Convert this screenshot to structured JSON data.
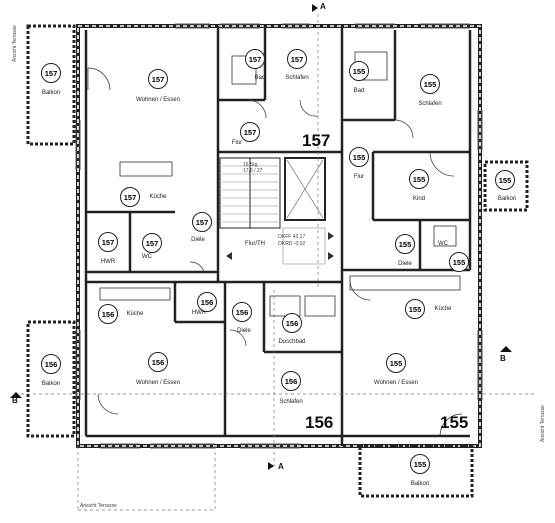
{
  "rooms": {
    "balkon_nw": "Balkon",
    "wohnen_157": "Wohnen / Essen",
    "bad_157": "Bad",
    "schlafen_157": "Schlafen",
    "flur_157": "Flur",
    "kueche_157": "Küche",
    "diele_157": "Diele",
    "hwr_157": "HWR",
    "wc_157": "WC",
    "bad_155": "Bad",
    "schlafen_155": "Schlafen",
    "flur_155": "Flur",
    "kind_155": "Kind",
    "wc_155": "WC",
    "diele_155": "Diele",
    "kueche_155": "Küche",
    "balkon_e": "Balkon",
    "wohnen_155": "Wohnen / Essen",
    "kueche_156": "Küche",
    "hwr_156": "HWR",
    "diele_156": "Diele",
    "duschbad_156": "Duschbad",
    "schlafen_156": "Schlafen",
    "balkon_w": "Balkon",
    "wohnen_156": "Wohnen / Essen",
    "balkon_s": "Balkon",
    "flur_th": "Flur/TH"
  },
  "unit_numbers": {
    "balkon_nw": "157",
    "wohnen_157": "157",
    "bad_157": "157",
    "schlafen_157": "157",
    "flur_157": "157",
    "kueche_157": "157",
    "diele_157": "157",
    "hwr_157": "157",
    "wc_157": "157",
    "bad_155": "155",
    "schlafen_155": "155",
    "flur_155": "155",
    "kind_155": "155",
    "wc_155": "155",
    "diele_155": "155",
    "kueche_155": "155",
    "balkon_e": "155",
    "wohnen_155": "155",
    "balkon_s": "155",
    "kueche_156": "156",
    "hwr_156": "156",
    "diele_156": "156",
    "duschbad_156": "156",
    "schlafen_156": "156",
    "balkon_w": "156",
    "wohnen_156": "156"
  },
  "unit_labels": {
    "u157": "157",
    "u156": "156",
    "u155": "155"
  },
  "section_markers": {
    "a_top": "A",
    "a_bottom": "A",
    "b_left": "B",
    "b_right": "B"
  },
  "annotations": {
    "ansicht_west": "Ansicht Terrasse",
    "ansicht_ost": "Ansicht Terrasse",
    "ansicht_sued": "Ansicht Terrasse",
    "stair_a": "16 Stg.",
    "stair_b": "17,6 / 27",
    "okff": "OKFF 43,17",
    "okrd": "OKRD -0,02"
  },
  "colors": {
    "wall": "#222222",
    "line": "#333333",
    "dash": "#666666"
  }
}
